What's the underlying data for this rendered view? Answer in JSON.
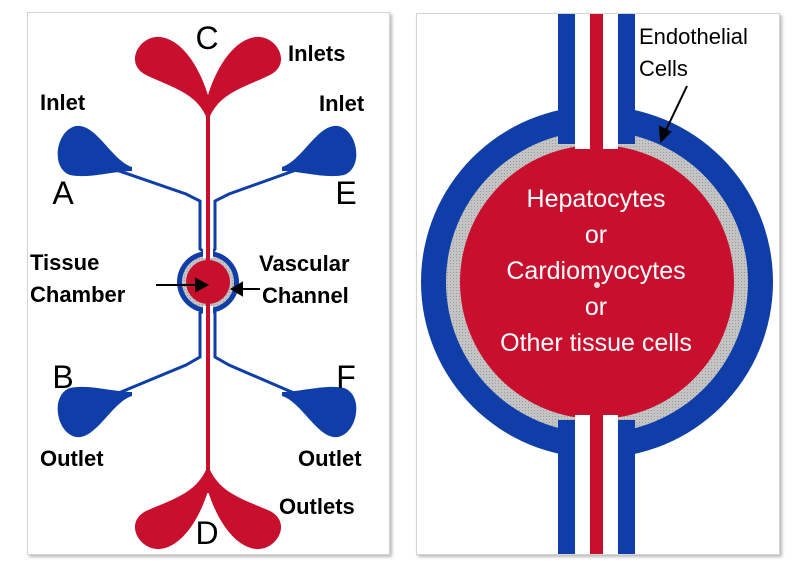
{
  "colors": {
    "vascular_blue": "#0f3ea9",
    "tissue_red": "#c8102e",
    "membrane_gray": "#bdbdbd",
    "text": "#000000",
    "text_on_red": "#ffffff"
  },
  "left_panel": {
    "port_letters": {
      "c": "C",
      "a": "A",
      "e": "E",
      "b": "B",
      "f": "F",
      "d": "D"
    },
    "labels": {
      "inlets": "Inlets",
      "inlet_left": "Inlet",
      "inlet_right": "Inlet",
      "tissue_chamber_line1": "Tissue",
      "tissue_chamber_line2": "Chamber",
      "vascular_channel_line1": "Vascular",
      "vascular_channel_line2": "Channel",
      "outlet_left": "Outlet",
      "outlet_right": "Outlet",
      "outlets": "Outlets"
    }
  },
  "right_panel": {
    "labels": {
      "endothelial_line1": "Endothelial",
      "endothelial_line2": "Cells",
      "cells_line1": "Hepatocytes",
      "cells_line2": "or",
      "cells_line3": "Cardiomyocytes",
      "cells_line4": "or",
      "cells_line5": "Other tissue cells"
    }
  }
}
